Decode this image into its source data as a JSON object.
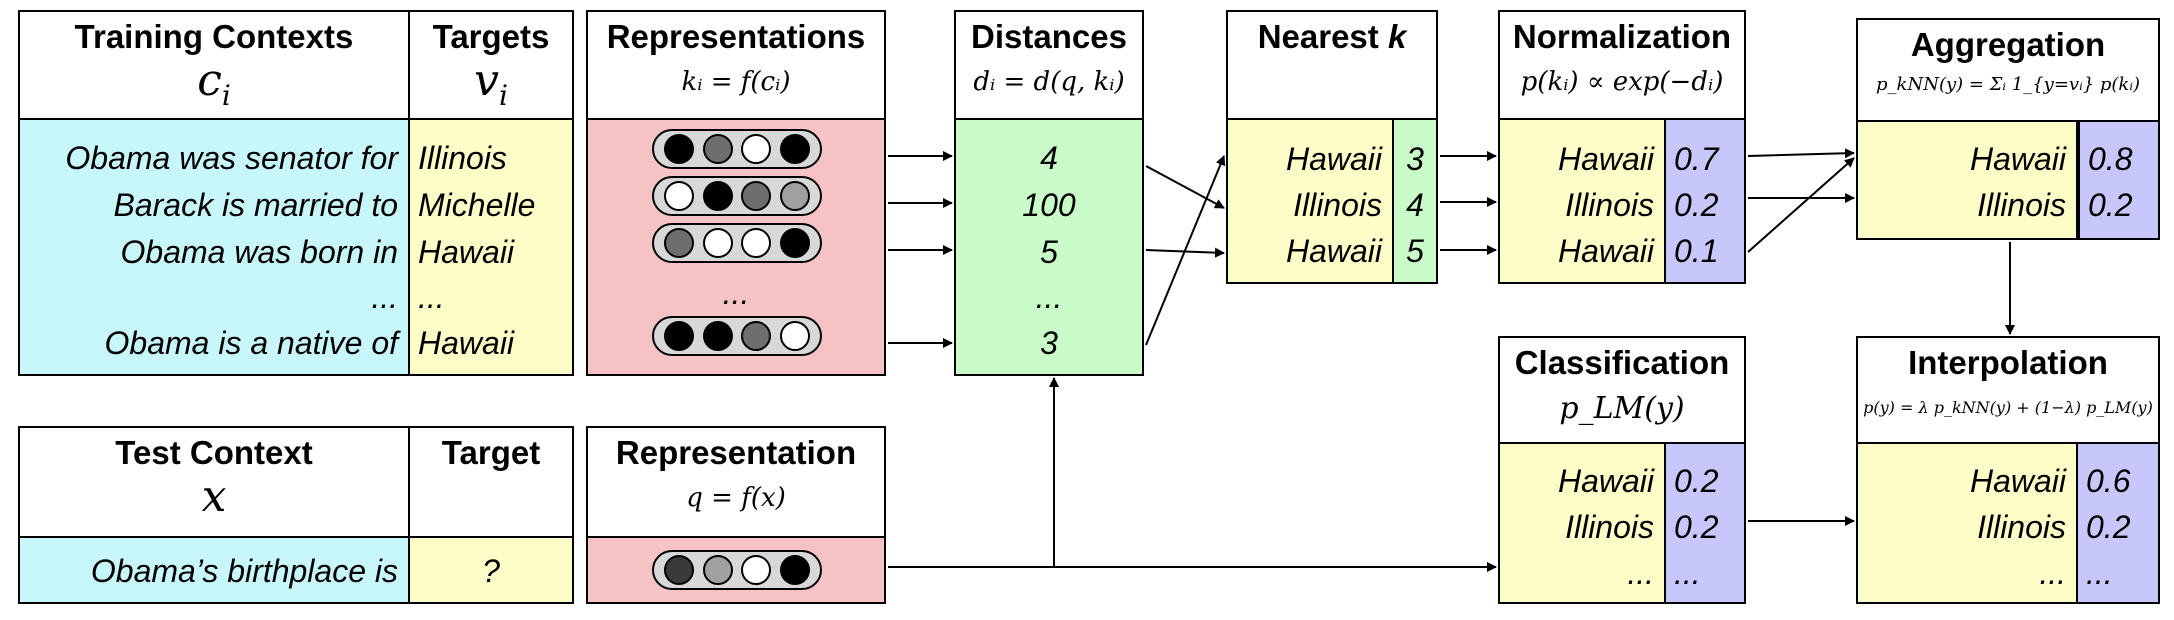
{
  "training": {
    "contexts_title": "Training Contexts",
    "contexts_sym": "c",
    "contexts_sub": "i",
    "targets_title": "Targets",
    "targets_sym": "v",
    "targets_sub": "i",
    "contexts": [
      "Obama was senator for",
      "Barack is married to",
      "Obama was born in",
      "...",
      "Obama is a native of"
    ],
    "targets": [
      "Illinois",
      "Michelle",
      "Hawaii",
      "...",
      "Hawaii"
    ]
  },
  "representations": {
    "title": "Representations",
    "formula": "kᵢ = f(cᵢ)",
    "ellipsis": "...",
    "vectors": [
      [
        "#000000",
        "#6e6e6e",
        "#ffffff",
        "#000000"
      ],
      [
        "#ffffff",
        "#000000",
        "#6e6e6e",
        "#a0a0a0"
      ],
      [
        "#6e6e6e",
        "#ffffff",
        "#ffffff",
        "#000000"
      ],
      [
        "#000000",
        "#000000",
        "#6e6e6e",
        "#ffffff"
      ]
    ]
  },
  "distances": {
    "title": "Distances",
    "formula": "dᵢ = d(q, kᵢ)",
    "values": [
      "4",
      "100",
      "5",
      "...",
      "3"
    ]
  },
  "nearest": {
    "title": "Nearest",
    "title_k": "k",
    "labels": [
      "Hawaii",
      "Illinois",
      "Hawaii"
    ],
    "values": [
      "3",
      "4",
      "5"
    ]
  },
  "normalization": {
    "title": "Normalization",
    "formula": "p(kᵢ) ∝ exp(−dᵢ)",
    "labels": [
      "Hawaii",
      "Illinois",
      "Hawaii"
    ],
    "values": [
      "0.7",
      "0.2",
      "0.1"
    ]
  },
  "aggregation": {
    "title": "Aggregation",
    "formula": "p_kNN(y) = Σᵢ 1_{y=vᵢ} p(kᵢ)",
    "labels": [
      "Hawaii",
      "Illinois"
    ],
    "values": [
      "0.8",
      "0.2"
    ]
  },
  "test": {
    "context_title": "Test Context",
    "context_sym": "x",
    "target_title": "Target",
    "context": "Obama’s birthplace is",
    "target": "?"
  },
  "representation": {
    "title": "Representation",
    "formula": "q = f(x)",
    "vector": [
      "#3a3a3a",
      "#a0a0a0",
      "#ffffff",
      "#000000"
    ]
  },
  "classification": {
    "title": "Classification",
    "formula": "p_LM(y)",
    "labels": [
      "Hawaii",
      "Illinois",
      "..."
    ],
    "values": [
      "0.2",
      "0.2",
      "..."
    ]
  },
  "interpolation": {
    "title": "Interpolation",
    "formula": "p(y) = λ p_kNN(y) + (1−λ) p_LM(y)",
    "labels": [
      "Hawaii",
      "Illinois",
      "..."
    ],
    "values": [
      "0.6",
      "0.2",
      "..."
    ]
  }
}
